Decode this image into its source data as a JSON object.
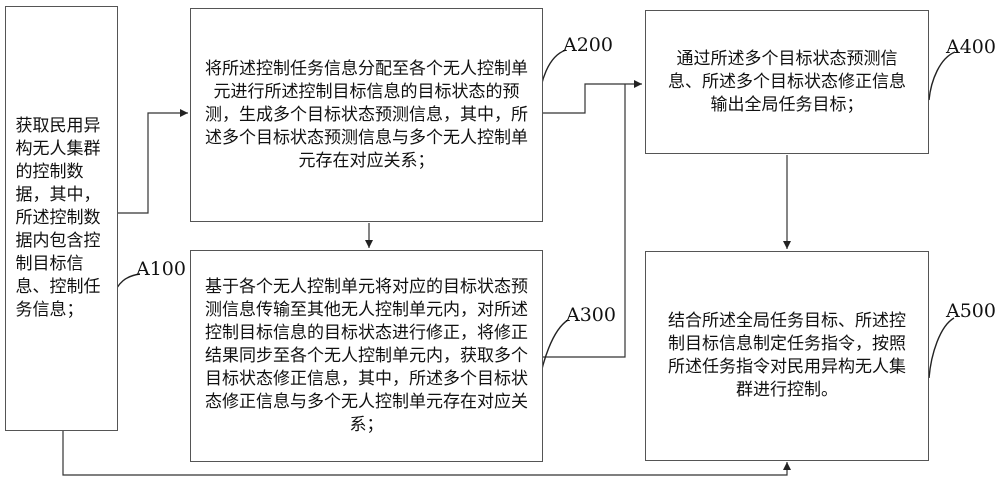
{
  "steps": {
    "a100": "获取民用异构无人集群的控制数据，其中，所述控制数据内包含控制目标信息、控制任务信息；",
    "a200": "将所述控制任务信息分配至各个无人控制单元进行所述控制目标信息的目标状态的预测，生成多个目标状态预测信息，其中，所述多个目标状态预测信息与多个无人控制单元存在对应关系；",
    "a300": "基于各个无人控制单元将对应的目标状态预测信息传输至其他无人控制单元内，对所述控制目标信息的目标状态进行修正，将修正结果同步至各个无人控制单元内，获取多个目标状态修正信息，其中，所述多个目标状态修正信息与多个无人控制单元存在对应关系；",
    "a400": "通过所述多个目标状态预测信息、所述多个目标状态修正信息输出全局任务目标；",
    "a500": "结合所述全局任务目标、所述控制目标信息制定任务指令，按照所述任务指令对民用异构无人集群进行控制。"
  },
  "labels": {
    "a100": "A100",
    "a200": "A200",
    "a300": "A300",
    "a400": "A400",
    "a500": "A500"
  }
}
